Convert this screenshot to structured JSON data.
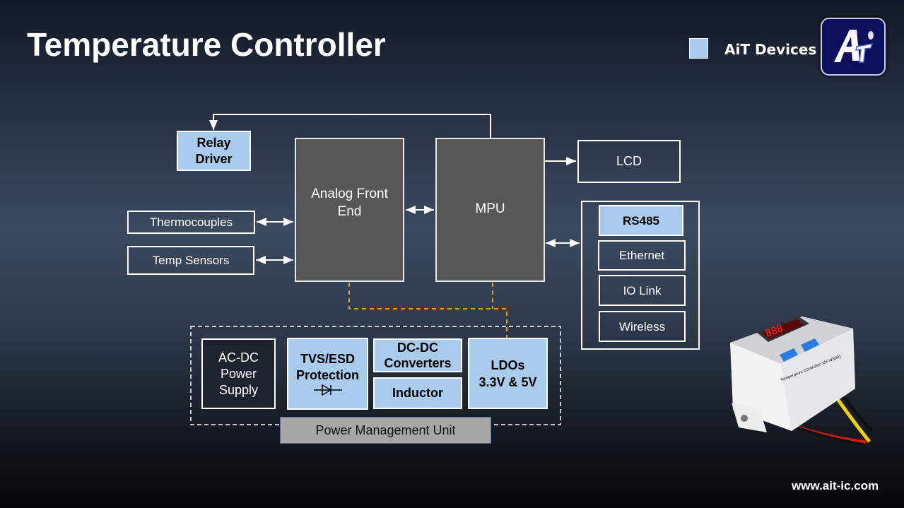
{
  "title": "Temperature Controller",
  "legend": {
    "label": "AiT Devices",
    "color": "#a9cbec"
  },
  "logo": {
    "text": "AiT"
  },
  "blocks": {
    "relay_driver": "Relay\nDriver",
    "afe": "Analog Front\nEnd",
    "mpu": "MPU",
    "lcd": "LCD",
    "thermocouples": "Thermocouples",
    "temp_sensors": "Temp Sensors",
    "rs485": "RS485",
    "ethernet": "Ethernet",
    "io_link": "IO Link",
    "wireless": "Wireless"
  },
  "pmu": {
    "label": "Power Management Unit",
    "ac_dc": "AC-DC\nPower\nSupply",
    "tvs": "TVS/ESD\nProtection",
    "dc_dc": "DC-DC\nConverters",
    "inductor": "Inductor",
    "ldos": "LDOs\n3.3V & 5V"
  },
  "product": {
    "label": "Temperature Controller  XH-W3001",
    "display": "888"
  },
  "footer": {
    "url": "www.ait-ic.com"
  },
  "colors": {
    "ait_device": "#a9cbec",
    "processor": "#575757",
    "power_link": "#e0a020",
    "pmu_label": "#a6a6a6"
  }
}
